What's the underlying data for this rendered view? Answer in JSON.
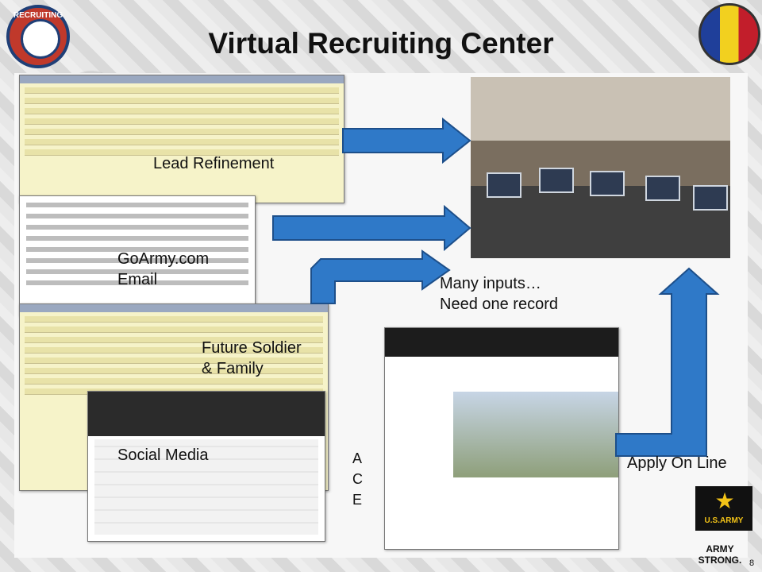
{
  "title": "Virtual Recruiting Center",
  "logos": {
    "left_text": "RECRUITING",
    "right_colors": [
      "#1f3f9a",
      "#f2d01f",
      "#c21e2b"
    ],
    "bottom_right_badge": "U.S.ARMY",
    "bottom_right_tagline": "ARMY STRONG."
  },
  "labels": {
    "lead_refinement": "Lead Refinement",
    "goarmy_email": "GoArmy.com\nEmail",
    "future_soldier": "Future Soldier\n& Family",
    "social_media": "Social Media",
    "ace": "A\nC\nE",
    "many_inputs": "Many inputs…\nNeed one record",
    "apply_online": "Apply On Line"
  },
  "footer": {
    "page_number": "8"
  },
  "colors": {
    "arrow_blue": "#2f79c8",
    "title": "#111111"
  }
}
